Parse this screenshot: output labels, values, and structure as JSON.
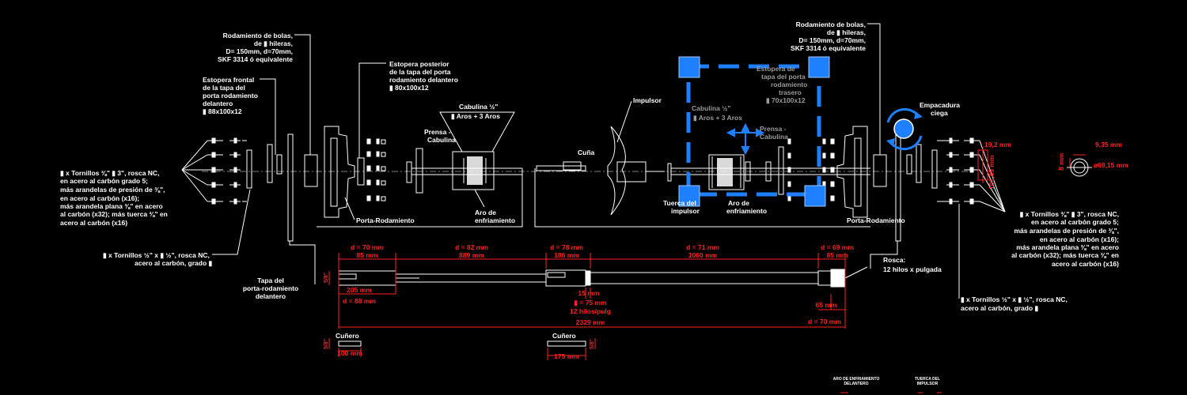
{
  "labels": {
    "bearing_left": [
      "Rodamiento de bolas,",
      "de ▮ hileras,",
      "D= 150mm, d=70mm,",
      "SKF 3314 ó equivalente"
    ],
    "bearing_right": [
      "Rodamiento de bolas,",
      "de ▮ hileras,",
      "D= 150mm, d=70mm,",
      "SKF 3314 ó equivalente"
    ],
    "seal_front": [
      "Estopera frontal",
      "de la tapa del",
      "porta rodamiento",
      "delantero",
      "▮ 88x100x12"
    ],
    "seal_rear": [
      "Estopera posterior",
      "de la tapa del porta",
      "rodamiento delantero",
      "▮ 80x100x12"
    ],
    "seal_back_grey": [
      "Estopera de",
      "tapa del porta",
      "rodamiento",
      "trasero",
      "▮ 70x100x12"
    ],
    "cabulina_left": [
      "Cabulina ½\"",
      "▮ Aros + 3 Aros"
    ],
    "cabulina_right": [
      "Cabulina ½\"",
      "▮ Aros + 3 Aros"
    ],
    "prensa_left": [
      "Prensa -",
      "Cabulina"
    ],
    "prensa_right": [
      "Prensa -",
      "Cabulina"
    ],
    "impulsor": "Impulsor",
    "cuna": "Cuña",
    "empacadura": [
      "Empacadura",
      "ciega"
    ],
    "porta_left": "Porta-Rodamiento",
    "porta_right": "Porta-Rodamiento",
    "aro_left": [
      "Aro de",
      "enfriamiento"
    ],
    "aro_right": [
      "Aro de",
      "enfriamiento"
    ],
    "tuerca": [
      "Tuerca del",
      "impulsor"
    ],
    "tornillos_left": [
      "▮ x Tornillos  ⅜\" ▮ 3\", rosca NC,",
      "en acero al carbón grado 5;",
      "más arandelas de presión de  ⅜\",",
      "en acero al carbón (x16);",
      "más arandela plana  ⅜\" en acero",
      "al carbón (x32); más tuerca  ⅜\" en",
      "acero al carbón (x16)"
    ],
    "tornillos_left2": [
      "▮ x Tornillos ½\" x ▮ ½\", rosca NC,",
      "acero al carbón, grado ▮"
    ],
    "tapa": [
      "Tapa del",
      "porta-rodamiento",
      "delantero"
    ],
    "tornillos_right": [
      "▮ x Tornillos  ⅜\" ▮ 3\", rosca NC,",
      "en acero al carbón grado 5;",
      "más arandelas de presión de  ⅜\",",
      "en acero al carbón (x16);",
      "más arandela plana  ⅜\" en acero",
      "al carbón (x32); más tuerca  ⅜\" en",
      "acero al carbón (x16)"
    ],
    "tornillos_right2": [
      "▮ x Tornillos ½\" x ▮ ½\", rosca NC,",
      "acero al carbón, grado ▮"
    ],
    "rosca": [
      "Rosca:",
      "12 hilos x pulgada"
    ],
    "cufiero_left": "Cuñero",
    "cufiero_mid": "Cuñero",
    "small_aro": [
      "ARO DE ENFRIAMIENTO",
      "DELANTERO"
    ],
    "small_tuerca": [
      "TUERCA DEL",
      "IMPULSOR"
    ]
  },
  "dims": {
    "d70": "d = 70 mm",
    "l85a": "85 mm",
    "d82": "d = 82 mm",
    "l889": "889 mm",
    "d78": "d = 78 mm",
    "l186": "186 mm",
    "d71": "d = 71 mm",
    "l1060": "1060 mm",
    "d69": "d = 69 mm",
    "l85b": "85 mm",
    "l205": "205 mm",
    "d88": "d = 88 mm",
    "l15": "15 mm",
    "d75": "▮ = 75 mm",
    "hilos": "12 hilos/pulg",
    "l2329": "2329 mm",
    "l65": "65 mm",
    "d70b": "d = 70 mm",
    "l100": "100 mm",
    "l175": "175 mm",
    "v19": "19,2 mm",
    "v101": "101,45 mm",
    "v9": "9,35 mm",
    "v69": "⌀69,15 mm",
    "v8": "8 mm",
    "small1": "5/8\"",
    "small2": "5/8\"",
    "small3": "5/8\""
  },
  "colors": {
    "background": "#000000",
    "line": "#ffffff",
    "dimension": "#ff2222",
    "selection": "#1e7fff",
    "muted": "#9a9a9a"
  },
  "icons": {
    "selection_grips": "square-grip-icon",
    "rotate_gizmo": "rotate-gizmo-icon",
    "move_gizmo": "move-gizmo-icon"
  }
}
